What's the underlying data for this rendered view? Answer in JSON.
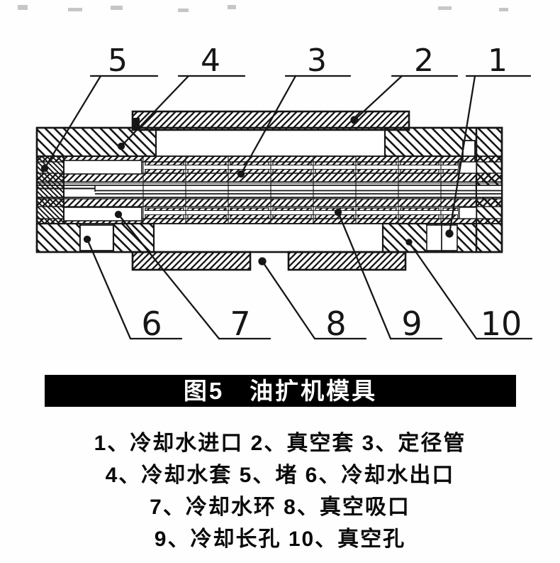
{
  "colors": {
    "ink": "#141414",
    "paper": "#ffffff",
    "title_bar_bg": "#000000",
    "title_bar_fg": "#ffffff"
  },
  "figure_title": {
    "text": "图5　油扩机模具"
  },
  "callouts": {
    "top": [
      "5",
      "4",
      "3",
      "2",
      "1"
    ],
    "bottom": [
      "6",
      "7",
      "8",
      "9",
      "10"
    ]
  },
  "legend": {
    "lines": [
      "1、冷却水进口 2、真空套 3、定径管",
      "4、冷却水套 5、堵 6、冷却水出口",
      "7、冷却水环 8、真空吸口",
      "9、冷却长孔 10、真空孔"
    ]
  },
  "parts": [
    {
      "num": "1",
      "label": "冷却水进口"
    },
    {
      "num": "2",
      "label": "真空套"
    },
    {
      "num": "3",
      "label": "定径管"
    },
    {
      "num": "4",
      "label": "冷却水套"
    },
    {
      "num": "5",
      "label": "堵"
    },
    {
      "num": "6",
      "label": "冷却水出口"
    },
    {
      "num": "7",
      "label": "冷却水环"
    },
    {
      "num": "8",
      "label": "真空吸口"
    },
    {
      "num": "9",
      "label": "冷却长孔"
    },
    {
      "num": "10",
      "label": "真空孔"
    }
  ]
}
